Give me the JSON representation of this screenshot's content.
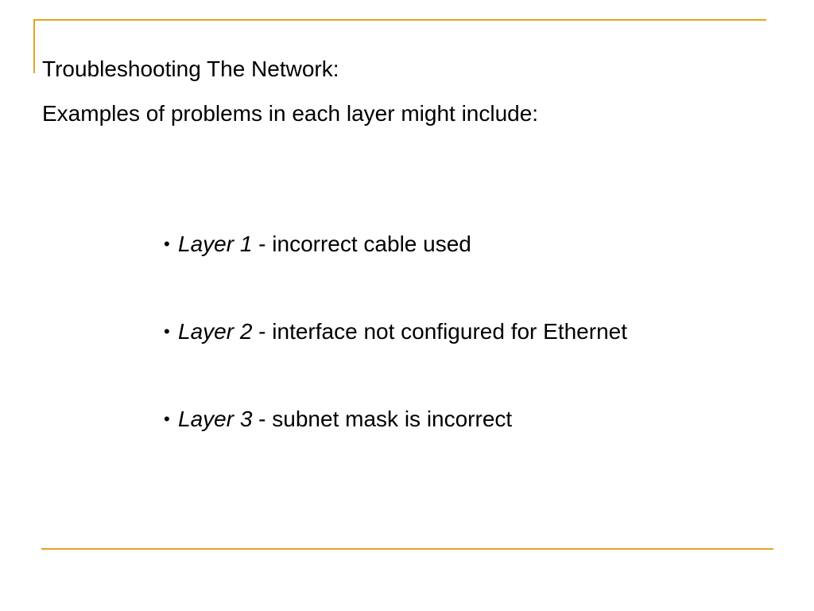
{
  "slide": {
    "title_line_1": "Troubleshooting The Network:",
    "title_line_2": "Examples of problems in each layer might include:",
    "bullet_glyph": "•",
    "bullets": [
      {
        "layer": "Layer 1",
        "text": " - incorrect cable used"
      },
      {
        "layer": "Layer 2",
        "text": " - interface not configured for Ethernet"
      },
      {
        "layer": "Layer 3",
        "text": " - subnet mask is incorrect"
      }
    ]
  },
  "colors": {
    "accent": "#e0a526",
    "text": "#000000",
    "background": "#ffffff"
  }
}
